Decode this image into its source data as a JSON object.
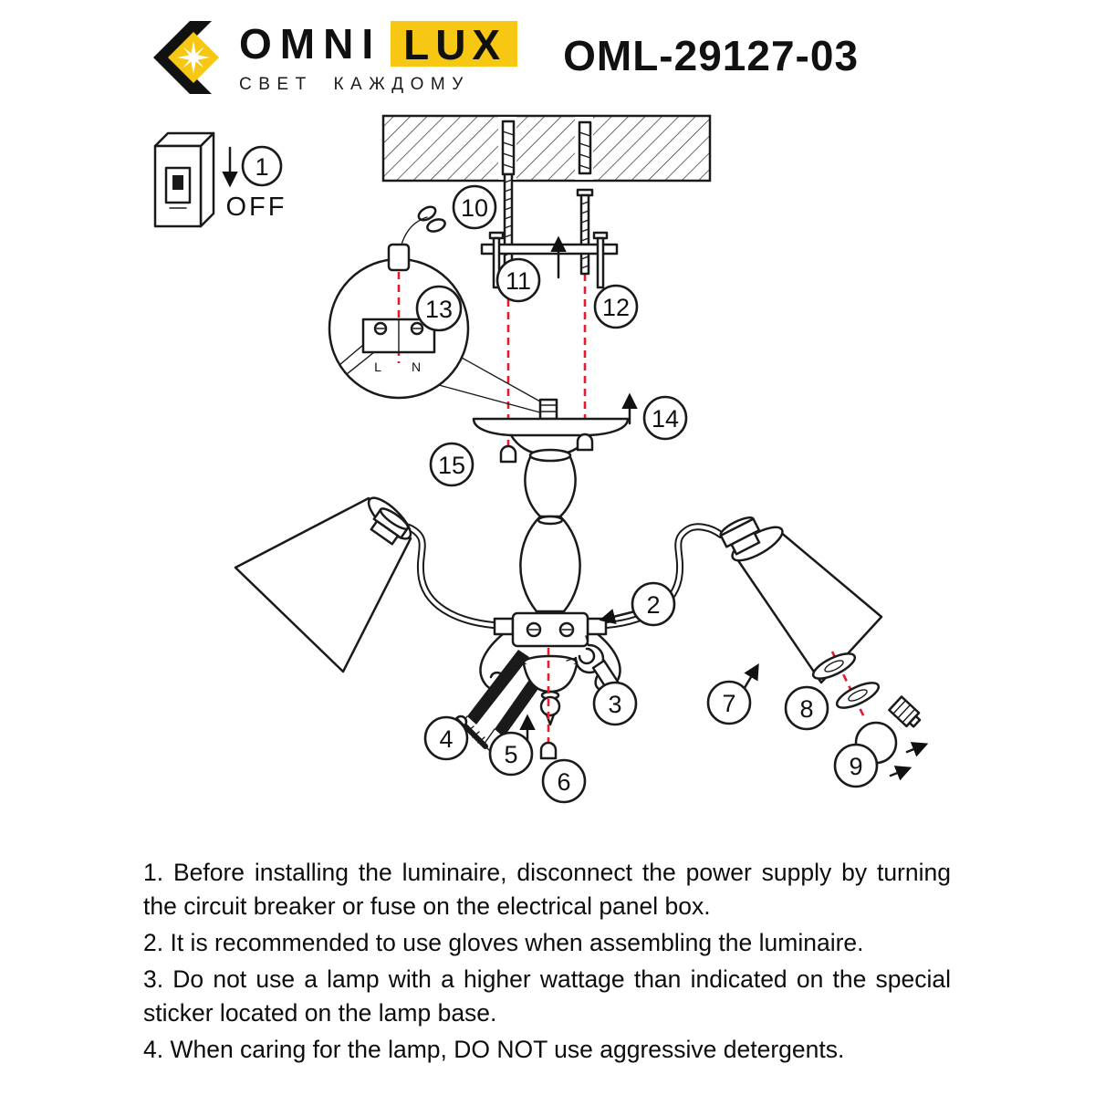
{
  "header": {
    "brand_primary": "OMNI",
    "brand_secondary": "LUX",
    "brand_tagline": "СВЕТ КАЖДОМУ",
    "model": "OML-29127-03"
  },
  "diagram": {
    "off_label": "OFF",
    "terminal": {
      "left": "L",
      "right": "N"
    },
    "callouts": {
      "c1": "1",
      "c2": "2",
      "c3": "3",
      "c4": "4",
      "c5": "5",
      "c6": "6",
      "c7": "7",
      "c8": "8",
      "c9": "9",
      "c10": "10",
      "c11": "11",
      "c12": "12",
      "c13": "13",
      "c14": "14",
      "c15": "15"
    },
    "colors": {
      "guide_red": "#e8192c",
      "line_black": "#1a1a1a",
      "brand_yellow": "#f6c713"
    }
  },
  "instructions": {
    "items": [
      "1. Before installing the luminaire, disconnect the power supply by turning the circuit breaker or fuse on the electrical panel box.",
      "2. It is recommended to use gloves when assembling the luminaire.",
      "3. Do not use a lamp with a higher wattage than indicated on the special sticker located on the lamp base.",
      "4. When caring for the lamp, DO NOT use aggressive detergents."
    ]
  }
}
